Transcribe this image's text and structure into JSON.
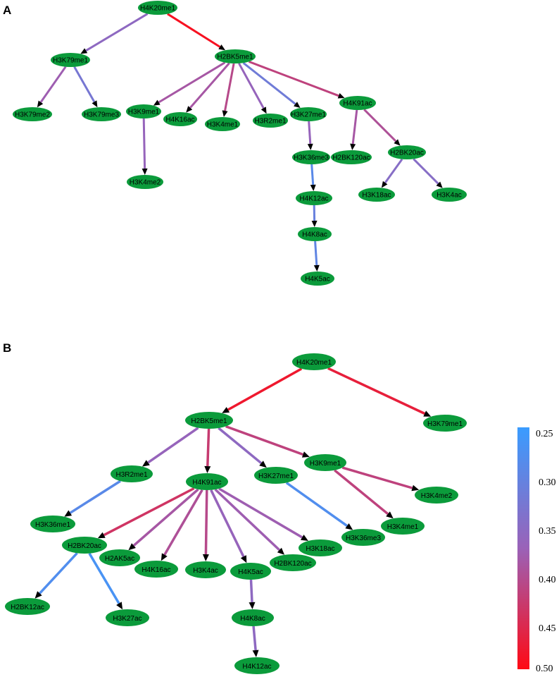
{
  "panels": [
    {
      "id": "A",
      "label": "A",
      "nodes": [
        {
          "id": "H4K20me1",
          "label": "H4K20me1"
        },
        {
          "id": "H3K79me1",
          "label": "H3K79me1"
        },
        {
          "id": "H2BK5me1",
          "label": "H2BK5me1"
        },
        {
          "id": "H3K79me2",
          "label": "H3K79me2"
        },
        {
          "id": "H3K79me3",
          "label": "H3K79me3"
        },
        {
          "id": "H3K9me1",
          "label": "H3K9me1"
        },
        {
          "id": "H4K16ac",
          "label": "H4K16ac"
        },
        {
          "id": "H3K4me1",
          "label": "H3K4me1"
        },
        {
          "id": "H3R2me1",
          "label": "H3R2me1"
        },
        {
          "id": "H3K27me1",
          "label": "H3K27me1"
        },
        {
          "id": "H4K91ac",
          "label": "H4K91ac"
        },
        {
          "id": "H3K4me2",
          "label": "H3K4me2"
        },
        {
          "id": "H3K36me3",
          "label": "H3K36me3"
        },
        {
          "id": "H2BK120ac",
          "label": "H2BK120ac"
        },
        {
          "id": "H2BK20ac",
          "label": "H2BK20ac"
        },
        {
          "id": "H4K12ac",
          "label": "H4K12ac"
        },
        {
          "id": "H3K18ac",
          "label": "H3K18ac"
        },
        {
          "id": "H3K4ac",
          "label": "H3K4ac"
        },
        {
          "id": "H4K8ac",
          "label": "H4K8ac"
        },
        {
          "id": "H4K5ac",
          "label": "H4K5ac"
        }
      ],
      "edges": [
        {
          "from": "H4K20me1",
          "to": "H3K79me1",
          "weight": 0.36
        },
        {
          "from": "H4K20me1",
          "to": "H2BK5me1",
          "weight": 0.49
        },
        {
          "from": "H3K79me1",
          "to": "H3K79me2",
          "weight": 0.38
        },
        {
          "from": "H3K79me1",
          "to": "H3K79me3",
          "weight": 0.33
        },
        {
          "from": "H2BK5me1",
          "to": "H3K9me1",
          "weight": 0.39
        },
        {
          "from": "H2BK5me1",
          "to": "H4K16ac",
          "weight": 0.39
        },
        {
          "from": "H2BK5me1",
          "to": "H3K4me1",
          "weight": 0.41
        },
        {
          "from": "H2BK5me1",
          "to": "H3R2me1",
          "weight": 0.37
        },
        {
          "from": "H2BK5me1",
          "to": "H3K27me1",
          "weight": 0.32
        },
        {
          "from": "H2BK5me1",
          "to": "H4K91ac",
          "weight": 0.42
        },
        {
          "from": "H3K9me1",
          "to": "H3K4me2",
          "weight": 0.37
        },
        {
          "from": "H3K27me1",
          "to": "H3K36me3",
          "weight": 0.37
        },
        {
          "from": "H4K91ac",
          "to": "H2BK120ac",
          "weight": 0.39
        },
        {
          "from": "H4K91ac",
          "to": "H2BK20ac",
          "weight": 0.4
        },
        {
          "from": "H3K36me3",
          "to": "H4K12ac",
          "weight": 0.29
        },
        {
          "from": "H2BK20ac",
          "to": "H3K18ac",
          "weight": 0.35
        },
        {
          "from": "H2BK20ac",
          "to": "H3K4ac",
          "weight": 0.35
        },
        {
          "from": "H4K12ac",
          "to": "H4K8ac",
          "weight": 0.31
        },
        {
          "from": "H4K8ac",
          "to": "H4K5ac",
          "weight": 0.3
        }
      ]
    },
    {
      "id": "B",
      "label": "B",
      "nodes": [
        {
          "id": "H4K20me1",
          "label": "H4K20me1"
        },
        {
          "id": "H2BK5me1",
          "label": "H2BK5me1"
        },
        {
          "id": "H3K79me1",
          "label": "H3K79me1"
        },
        {
          "id": "H3R2me1",
          "label": "H3R2me1"
        },
        {
          "id": "H4K91ac",
          "label": "H4K91ac"
        },
        {
          "id": "H3K27me1",
          "label": "H3K27me1"
        },
        {
          "id": "H3K9me1",
          "label": "H3K9me1"
        },
        {
          "id": "H3K4me2",
          "label": "H3K4me2"
        },
        {
          "id": "H3K36me1",
          "label": "H3K36me1"
        },
        {
          "id": "H3K4me1",
          "label": "H3K4me1"
        },
        {
          "id": "H3K36me3",
          "label": "H3K36me3"
        },
        {
          "id": "H2BK20ac",
          "label": "H2BK20ac"
        },
        {
          "id": "H3K18ac",
          "label": "H3K18ac"
        },
        {
          "id": "H2AK5ac",
          "label": "H2AK5ac"
        },
        {
          "id": "H2BK120ac",
          "label": "H2BK120ac"
        },
        {
          "id": "H4K16ac",
          "label": "H4K16ac"
        },
        {
          "id": "H3K4ac",
          "label": "H3K4ac"
        },
        {
          "id": "H4K5ac",
          "label": "H4K5ac"
        },
        {
          "id": "H2BK12ac",
          "label": "H2BK12ac"
        },
        {
          "id": "H3K27ac",
          "label": "H3K27ac"
        },
        {
          "id": "H4K8ac",
          "label": "H4K8ac"
        },
        {
          "id": "H4K12ac",
          "label": "H4K12ac"
        }
      ],
      "edges": [
        {
          "from": "H4K20me1",
          "to": "H2BK5me1",
          "weight": 0.48
        },
        {
          "from": "H4K20me1",
          "to": "H3K79me1",
          "weight": 0.47
        },
        {
          "from": "H2BK5me1",
          "to": "H3R2me1",
          "weight": 0.37
        },
        {
          "from": "H2BK5me1",
          "to": "H4K91ac",
          "weight": 0.43
        },
        {
          "from": "H2BK5me1",
          "to": "H3K27me1",
          "weight": 0.36
        },
        {
          "from": "H2BK5me1",
          "to": "H3K9me1",
          "weight": 0.42
        },
        {
          "from": "H3R2me1",
          "to": "H3K36me1",
          "weight": 0.29
        },
        {
          "from": "H3K27me1",
          "to": "H3K36me3",
          "weight": 0.28
        },
        {
          "from": "H3K9me1",
          "to": "H3K4me2",
          "weight": 0.42
        },
        {
          "from": "H3K9me1",
          "to": "H3K4me1",
          "weight": 0.42
        },
        {
          "from": "H4K91ac",
          "to": "H2BK20ac",
          "weight": 0.44
        },
        {
          "from": "H4K91ac",
          "to": "H2AK5ac",
          "weight": 0.39
        },
        {
          "from": "H4K91ac",
          "to": "H4K16ac",
          "weight": 0.4
        },
        {
          "from": "H4K91ac",
          "to": "H3K4ac",
          "weight": 0.41
        },
        {
          "from": "H4K91ac",
          "to": "H4K5ac",
          "weight": 0.37
        },
        {
          "from": "H4K91ac",
          "to": "H2BK120ac",
          "weight": 0.38
        },
        {
          "from": "H4K91ac",
          "to": "H3K18ac",
          "weight": 0.38
        },
        {
          "from": "H2BK20ac",
          "to": "H2BK12ac",
          "weight": 0.28
        },
        {
          "from": "H2BK20ac",
          "to": "H3K27ac",
          "weight": 0.27
        },
        {
          "from": "H4K5ac",
          "to": "H4K8ac",
          "weight": 0.36
        },
        {
          "from": "H4K8ac",
          "to": "H4K12ac",
          "weight": 0.36
        }
      ]
    }
  ],
  "colorbar": {
    "min": 0.25,
    "max": 0.5,
    "low_color": "#3a9cff",
    "mid_color": "#9a62b8",
    "high_color": "#ff0a14",
    "ticks": [
      "0.25",
      "0.30",
      "0.35",
      "0.40",
      "0.45",
      "0.50"
    ]
  },
  "colors": {
    "node_fill": "#0b9b3b",
    "node_text": "#000000",
    "arrow_head": "#000000"
  }
}
